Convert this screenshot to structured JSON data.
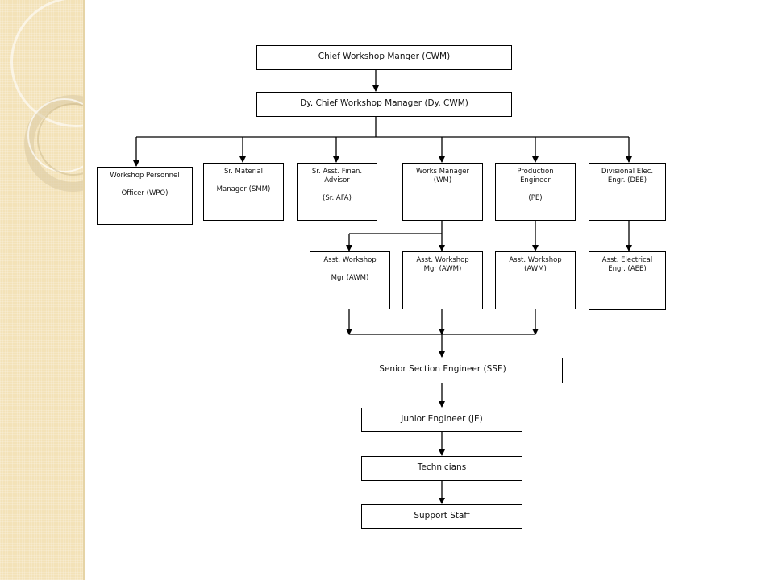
{
  "slide": {
    "nodes": {
      "cwm": "Chief Workshop Manger (CWM)",
      "dy_cwm": "Dy. Chief Workshop Manager (Dy. CWM)",
      "wpo": "Workshop Personnel\n\nOfficer (WPO)",
      "smm": "Sr. Material\n\nManager (SMM)",
      "sr_afa": "Sr. Asst. Finan.\nAdvisor\n\n(Sr. AFA)",
      "wm": "Works Manager\n(WM)",
      "pe": "Production\nEngineer\n\n(PE)",
      "dee": "Divisional Elec.\nEngr. (DEE)",
      "awm_1": "Asst. Workshop\n\nMgr (AWM)",
      "awm_2": "Asst. Workshop\nMgr (AWM)",
      "awm_3": "Asst. Workshop\n(AWM)",
      "aee": "Asst. Electrical\nEngr. (AEE)",
      "sse": "Senior Section Engineer (SSE)",
      "je": "Junior Engineer (JE)",
      "technicians": "Technicians",
      "support_staff": "Support Staff"
    }
  },
  "colors": {
    "sidebar": "#f3e2b8",
    "line": "#000000",
    "box_border": "#000000"
  }
}
